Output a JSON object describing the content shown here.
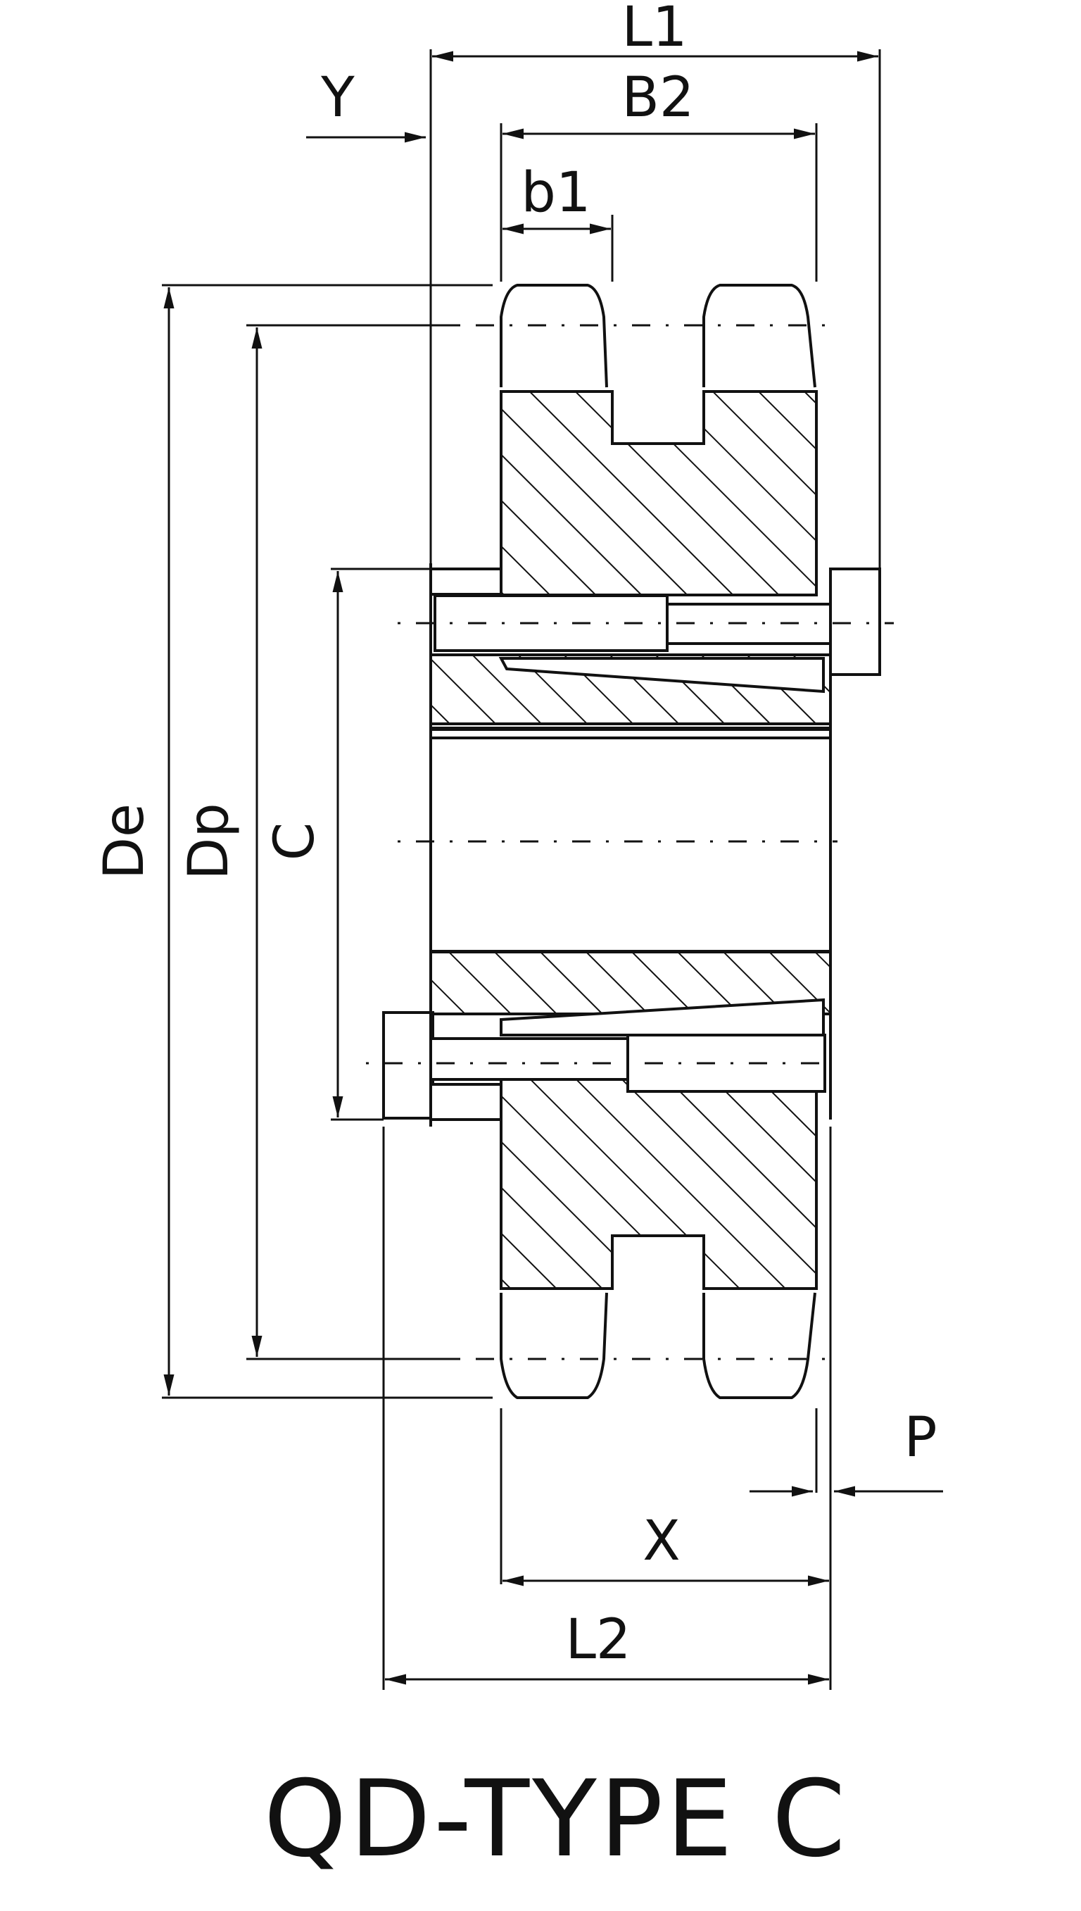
{
  "labels": {
    "L1": "L1",
    "B2": "B2",
    "Y": "Y",
    "b1": "b1",
    "De": "De",
    "Dp": "Dp",
    "C": "C",
    "P": "P",
    "X": "X",
    "L2": "L2"
  },
  "title": "QD-TYPE C"
}
